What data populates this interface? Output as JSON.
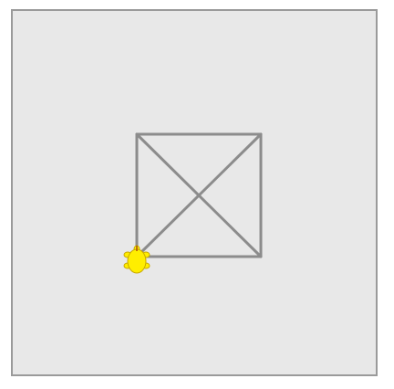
{
  "canvas": {
    "background_color": "#e8e8e8",
    "border_color": "#9a9a9a",
    "stroke_color": "#8c8c8c"
  },
  "drawing": {
    "shape": "square with both diagonals",
    "segments_drawn": 6
  },
  "turtle": {
    "icon": "turtle-icon",
    "color": "#ffee00",
    "outline_color": "#c8a800",
    "heading": "down"
  }
}
